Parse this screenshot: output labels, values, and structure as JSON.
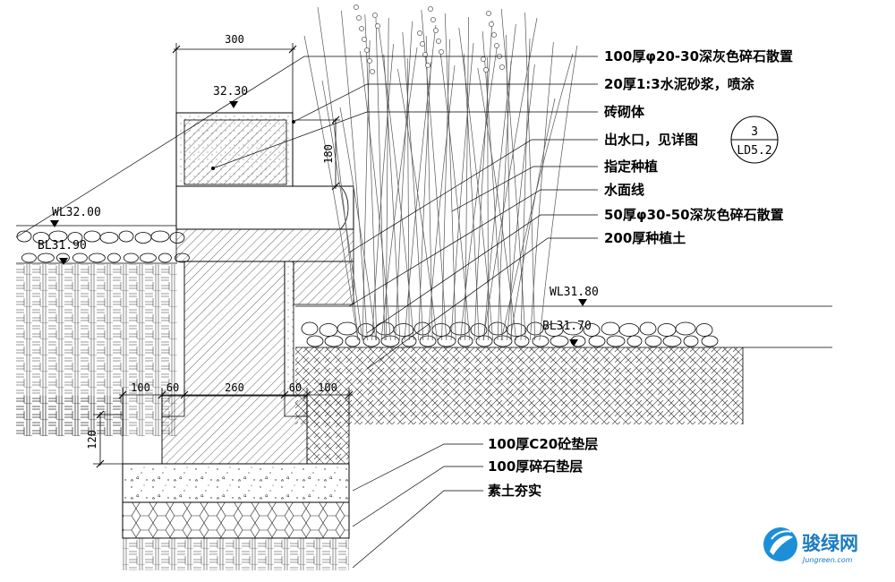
{
  "annotations": [
    "100厚φ20-30深灰色碎石散置",
    "20厚1:3水泥砂浆，喷涂",
    "砖砌体",
    "出水口，见详图",
    "指定种植",
    "水面线",
    "50厚φ30-50深灰色碎石散置",
    "200厚种植土"
  ],
  "lower_annotations": [
    "100厚C20砼垫层",
    "100厚碎石垫层",
    "素土夯实"
  ],
  "detail_callout": {
    "number": "3",
    "sheet": "LD5.2"
  },
  "levels": {
    "top_of_wall": "32.30",
    "left_water": "WL32.00",
    "left_bottom": "BL31.90",
    "right_water": "WL31.80",
    "right_bottom": "BL31.70"
  },
  "dimensions": {
    "wall_width": "300",
    "coping_height": "180",
    "footing_height": "120",
    "footing_segments": [
      "100",
      "60",
      "260",
      "60",
      "100"
    ]
  },
  "watermark": {
    "name": "骏绿网",
    "url": "Jungreen.com"
  }
}
